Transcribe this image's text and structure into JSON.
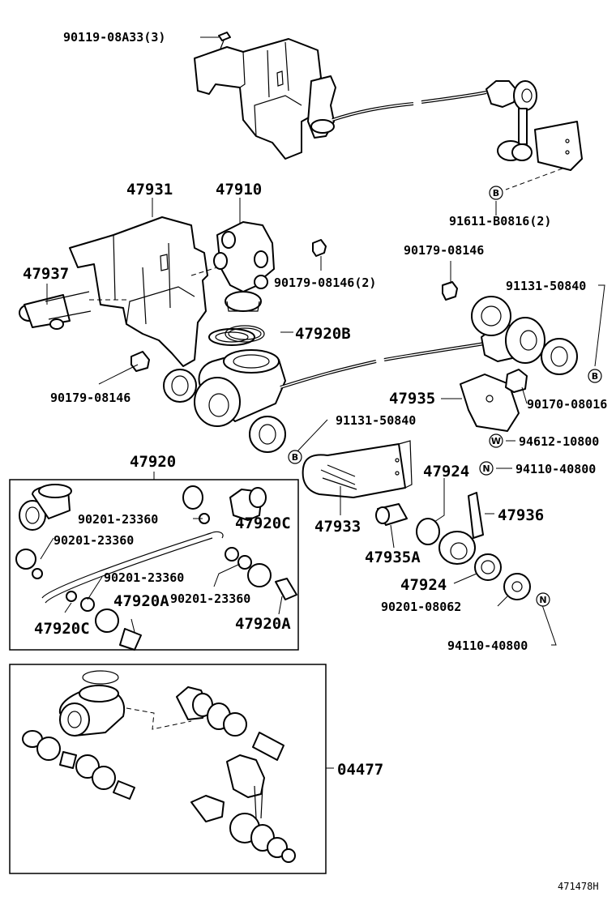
{
  "diagram_code": "471478H",
  "symbols": {
    "b": "B",
    "n": "N",
    "w": "W"
  },
  "labels": {
    "p90119": "90119-08A33(3)",
    "p91611": "91611-B0816(2)",
    "p47931": "47931",
    "p47910": "47910",
    "p90179a": "90179-08146",
    "p47937": "47937",
    "p90179b": "90179-08146(2)",
    "p91131a": "91131-50840",
    "p47920b": "47920B",
    "p90179c": "90179-08146",
    "p47935": "47935",
    "p90170": "90170-08016",
    "p91131b": "91131-50840",
    "p94612": "94612-10800",
    "p47920": "47920",
    "p94110a": "94110-40800",
    "p47924a": "47924",
    "p90201a": "90201-23360",
    "p47920c_a": "47920C",
    "p47933": "47933",
    "p47936": "47936",
    "p90201b": "90201-23360",
    "p47935a": "47935A",
    "p90201c": "90201-23360",
    "p47924b": "47924",
    "p47920a_a": "47920A",
    "p90201d": "90201-23360",
    "p90201e": "90201-08062",
    "p47920c_b": "47920C",
    "p47920a_b": "47920A",
    "p94110b": "94110-40800",
    "p04477": "04477"
  }
}
